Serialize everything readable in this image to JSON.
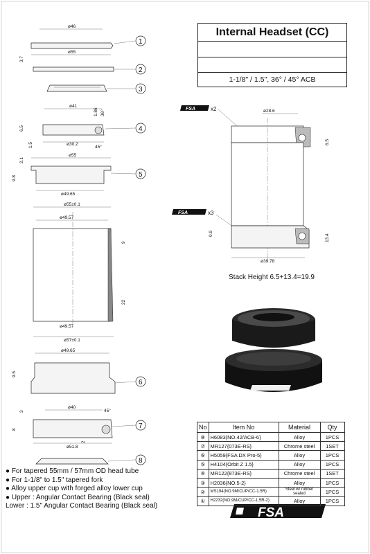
{
  "header": {
    "title": "Internal Headset (CC)",
    "spec": "1-1/8\" / 1.5\", 36° / 45° ACB"
  },
  "drawing_labels": {
    "p1_top": "ø46",
    "p1_bottom": "ø55",
    "p1_height": "3.7",
    "p4_top": "ø41",
    "p4_h1": "1.86",
    "p4_h2": "36°",
    "p4_height": "6.5",
    "p4_low": "1.5",
    "p4_bottom": "ø30.2",
    "p4_angle": "45°",
    "p5_top": "ø55",
    "p5_h1": "2.1",
    "p5_h2": "9.8",
    "p5_bottom": "ø49.65",
    "head_top": "ø55±0.1",
    "head_inner": "ø49.57",
    "head_depth1": "9",
    "head_depth2": "22",
    "head_inner2": "ø49.57",
    "head_bottom": "ø57±0.1",
    "p6_top": "ø49.65",
    "p6_height": "9.5",
    "p7_top": "ø40",
    "p7_angle": "45°",
    "p7_h1": "3",
    "p7_h2": "8",
    "p7_bottom": "ø51.8",
    "p7_low": "2",
    "assy_top": "ø28.6",
    "assy_fsa_top": "x2",
    "assy_fsa_bottom": "x3",
    "assy_h_top": "6.5",
    "assy_h_low": "13.4",
    "assy_h_small": "0.9",
    "assy_bottom": "ø39.78"
  },
  "callouts": [
    "1",
    "2",
    "3",
    "4",
    "5",
    "6",
    "7",
    "8"
  ],
  "stack_height": "Stack Height  6.5+13.4=19.9",
  "notes": [
    "● For tapered 55mm / 57mm OD head tube",
    "● For 1-1/8\" to 1.5\" tapered fork",
    "● Alloy upper cup with forged alloy lower cup",
    "● Upper : Angular Contact Bearing (Black seal)",
    "   Lower : 1.5\" Angular Contact Bearing (Black seal)"
  ],
  "table": {
    "headers": [
      "No",
      "Item No",
      "Material",
      "Qty"
    ],
    "rows": [
      {
        "no": "⑧",
        "item": "H6083{NO.42/ACB-6}",
        "material": "Alloy",
        "qty": "1PCS"
      },
      {
        "no": "⑦",
        "item": "MR127{073E-RS}",
        "material": "Chrome steel",
        "qty": "1SET"
      },
      {
        "no": "⑥",
        "item": "H5059{FSA DX Pro-5}",
        "material": "Alloy",
        "qty": "1PCS"
      },
      {
        "no": "⑤",
        "item": "H4104{Orbit Z 1.5}",
        "material": "Alloy",
        "qty": "1PCS"
      },
      {
        "no": "④",
        "item": "MR122{873E-RS}",
        "material": "Chrome steel",
        "qty": "1SET"
      },
      {
        "no": "③",
        "item": "H2036{NO.5-2}",
        "material": "Alloy",
        "qty": "1PCS"
      },
      {
        "no": "②",
        "item": "MS194(NO.9M/CUP/CC-1.5R)",
        "material": "Steel w/ rubber sealed",
        "qty": "1PCS"
      },
      {
        "no": "①",
        "item": "H2232(NO.9M/CUP/CC-1.5R-2)",
        "material": "Alloy",
        "qty": "1PCS"
      }
    ]
  },
  "brand": "FSA"
}
